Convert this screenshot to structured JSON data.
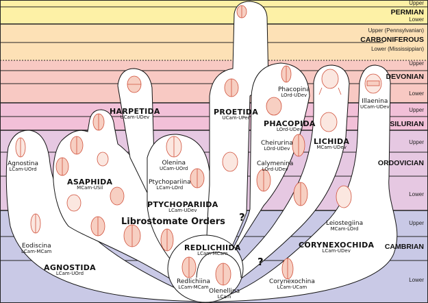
{
  "periods": [
    {
      "name": "PERMIAN",
      "sub": [
        "Upper",
        "Lower"
      ],
      "color": "#fdf1a6"
    },
    {
      "name": "CARBONIFEROUS",
      "sub": [
        "Upper (Pennsylvanian)",
        "Lower (Mississippian)"
      ],
      "color": "#fde1b6"
    },
    {
      "name": "DEVONIAN",
      "sub": [
        "Upper",
        "Lower"
      ],
      "color": "#f8c9c3"
    },
    {
      "name": "SILURIAN",
      "sub": [
        "Upper"
      ],
      "color": "#f2c0d8"
    },
    {
      "name": "ORDOVICIAN",
      "sub": [
        "Upper",
        "Lower"
      ],
      "color": "#e6c8e2"
    },
    {
      "name": "CAMBRIAN",
      "sub": [
        "Upper",
        "Lower"
      ],
      "color": "#c9c9e6"
    }
  ],
  "orders": {
    "agnostida": {
      "name": "AGNOSTIDA",
      "range": "LCam-UOrd"
    },
    "asaphida": {
      "name": "ASAPHIDA",
      "range": "MCam-USil"
    },
    "harpetida": {
      "name": "HARPETIDA",
      "range": "UCam-UDev"
    },
    "ptychopariida": {
      "name": "PTYCHOPARIIDA",
      "range": "LCam-UDev"
    },
    "proetida": {
      "name": "PROETIDA",
      "range": "UCam-UPer"
    },
    "phacopida": {
      "name": "PHACOPIDA",
      "range": "LOrd-UDev"
    },
    "lichida": {
      "name": "LICHIDA",
      "range": "MCam-UDev"
    },
    "corynexochida": {
      "name": "CORYNEXOCHIDA",
      "range": "LCam-UDev"
    },
    "redlichiida": {
      "name": "REDLICHIIDA",
      "range": "LCam-MCam"
    }
  },
  "suborders": {
    "agnostina": {
      "name": "Agnostina",
      "range": "LCam-UOrd"
    },
    "eodiscina": {
      "name": "Eodiscina",
      "range": "LCam-MCam"
    },
    "olenina": {
      "name": "Olenina",
      "range": "UCam-UOrd"
    },
    "ptychopariina": {
      "name": "Ptychopariina",
      "range": "LCam-LOrd"
    },
    "phacopina": {
      "name": "Phacopina",
      "range": "LOrd-UDev"
    },
    "cheirurina": {
      "name": "Cheirurina",
      "range": "LOrd-UDev"
    },
    "calymenina": {
      "name": "Calymenina",
      "range": "LOrd-UDev"
    },
    "illaenina": {
      "name": "Illaenina",
      "range": "UCam-UDev"
    },
    "leiostegiina": {
      "name": "Leiostegiina",
      "range": "MCam-LOrd"
    },
    "corynexochina": {
      "name": "Corynexochina",
      "range": "LCam-UCam"
    },
    "redlichiina": {
      "name": "Redlichiina",
      "range": "LCam-MCam"
    },
    "olenellina": {
      "name": "Olenellina",
      "range": "LCam"
    }
  },
  "group_label": "Librostomate Orders",
  "unknown_mark": "?",
  "colors": {
    "outline": "#111111",
    "trilobite_stroke": "#d0503a",
    "trilobite_fill": "#f7cfc2"
  }
}
